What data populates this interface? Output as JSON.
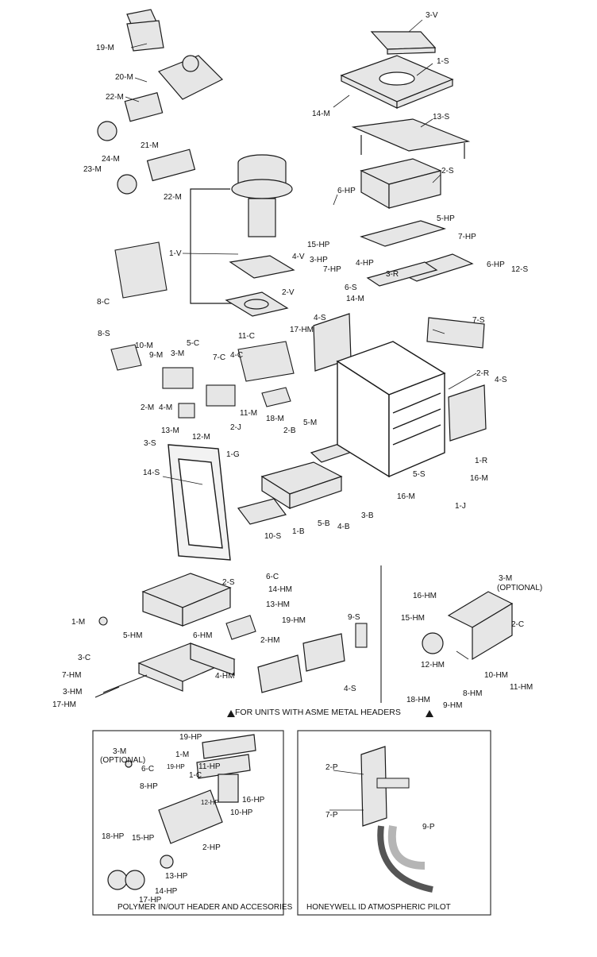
{
  "labels": {
    "l_3V": "3-V",
    "l_1S": "1-S",
    "l_14M_top": "14-M",
    "l_13S": "13-S",
    "l_2S": "2-S",
    "l_6HP": "6-HP",
    "l_5HP": "5-HP",
    "l_15HP": "15-HP",
    "l_3HP": "3-HP",
    "l_7HP_a": "7-HP",
    "l_4HP": "4-HP",
    "l_7HP_b": "7-HP",
    "l_6HP_b": "6-HP",
    "l_12S": "12-S",
    "l_3R": "3-R",
    "l_6S": "6-S",
    "l_14M_mid": "14-M",
    "l_7S": "7-S",
    "l_19M": "19-M",
    "l_20M": "20-M",
    "l_22M_a": "22-M",
    "l_21M": "21-M",
    "l_24M": "24-M",
    "l_23M": "23-M",
    "l_22M_b": "22-M",
    "l_1V": "1-V",
    "l_4V": "4-V",
    "l_2V": "2-V",
    "l_8C": "8-C",
    "l_8S": "8-S",
    "l_10M": "10-M",
    "l_9M": "9-M",
    "l_3M": "3-M",
    "l_5C": "5-C",
    "l_7C": "7-C",
    "l_4C": "4-C",
    "l_11C": "11-C",
    "l_17HM": "17-HM",
    "l_4S_a": "4-S",
    "l_2M": "2-M",
    "l_4M": "4-M",
    "l_13M": "13-M",
    "l_12M": "12-M",
    "l_2J": "2-J",
    "l_11M": "11-M",
    "l_18M": "18-M",
    "l_2R": "2-R",
    "l_4S_b": "4-S",
    "l_1R": "1-R",
    "l_16M_a": "16-M",
    "l_5M": "5-M",
    "l_2B": "2-B",
    "l_3S": "3-S",
    "l_14S": "14-S",
    "l_1G": "1-G",
    "l_10S": "10-S",
    "l_1B": "1-B",
    "l_5B": "5-B",
    "l_4B": "4-B",
    "l_3B": "3-B",
    "l_5S": "5-S",
    "l_16M_b": "16-M",
    "l_1J": "1-J",
    "m_2S": "2-S",
    "m_6C": "6-C",
    "m_14HM": "14-HM",
    "m_13HM": "13-HM",
    "m_19HM": "19-HM",
    "m_2HM": "2-HM",
    "m_6HM": "6-HM",
    "m_4HM": "4-HM",
    "m_1M": "1-M",
    "m_5HM": "5-HM",
    "m_3C": "3-C",
    "m_7HM": "7-HM",
    "m_3HM": "3-HM",
    "m_17HM": "17-HM",
    "m_9S": "9-S",
    "m_4S": "4-S",
    "r_3M": "3-M",
    "r_optional": "(OPTIONAL)",
    "r_16HM": "16-HM",
    "r_15HM": "15-HM",
    "r_2C": "2-C",
    "r_12HM": "12-HM",
    "r_10HM": "10-HM",
    "r_11HM": "11-HM",
    "r_8HM": "8-HM",
    "r_18HM": "18-HM",
    "r_9HM": "9-HM",
    "p_19HP": "19-HP",
    "p_3M": "3-M",
    "p_optional": "(OPTIONAL)",
    "p_1M": "1-M",
    "p_6C": "6-C",
    "p_19HP_s": "19-HP",
    "p_11HP": "11-HP",
    "p_1C": "1-C",
    "p_8HP": "8-HP",
    "p_12HP": "12-HP",
    "p_16HP": "16-HP",
    "p_10HP": "10-HP",
    "p_18HP": "18-HP",
    "p_15HP": "15-HP",
    "p_2HP": "2-HP",
    "p_13HP": "13-HP",
    "p_14HP": "14-HP",
    "p_17HP": "17-HP",
    "h_2P": "2-P",
    "h_7P": "7-P",
    "h_9P": "9-P"
  },
  "banner_text": "FOR UNITS WITH ASME METAL HEADERS",
  "panel_left_caption": "POLYMER IN/OUT HEADER AND ACCESORIES",
  "panel_right_caption": "HONEYWELL ID ATMOSPHERIC PILOT",
  "colors": {
    "line": "#1a1a1a",
    "part_fill": "#e6e6e6",
    "dark_fill": "#555555",
    "pilot_tube": "#b5b5b5"
  }
}
